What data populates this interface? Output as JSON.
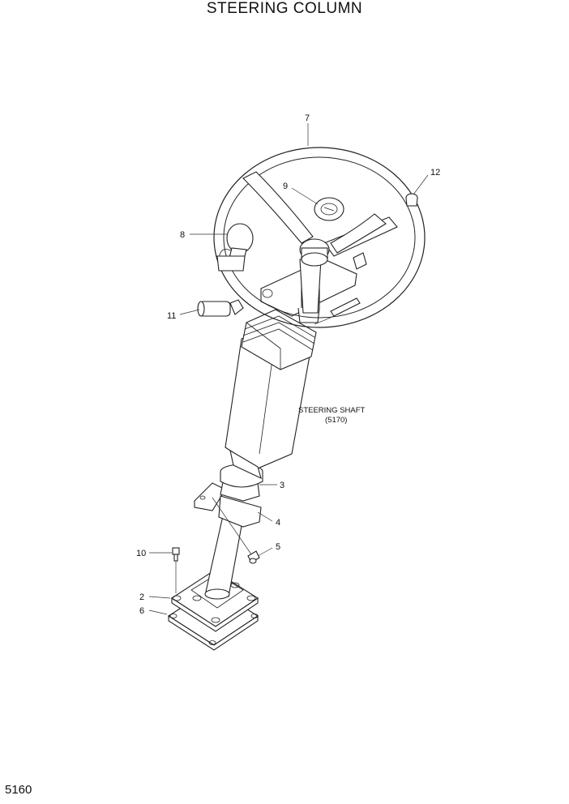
{
  "title": "STEERING COLUMN",
  "page_number": "5160",
  "note": {
    "line1": "STEERING SHAFT",
    "line2": "(5170)"
  },
  "callouts": {
    "c1": "7",
    "c2": "12",
    "c3": "9",
    "c4": "8",
    "c5": "11",
    "c6": "3",
    "c7": "4",
    "c8": "5",
    "c9": "10",
    "c10": "2",
    "c11": "6"
  }
}
